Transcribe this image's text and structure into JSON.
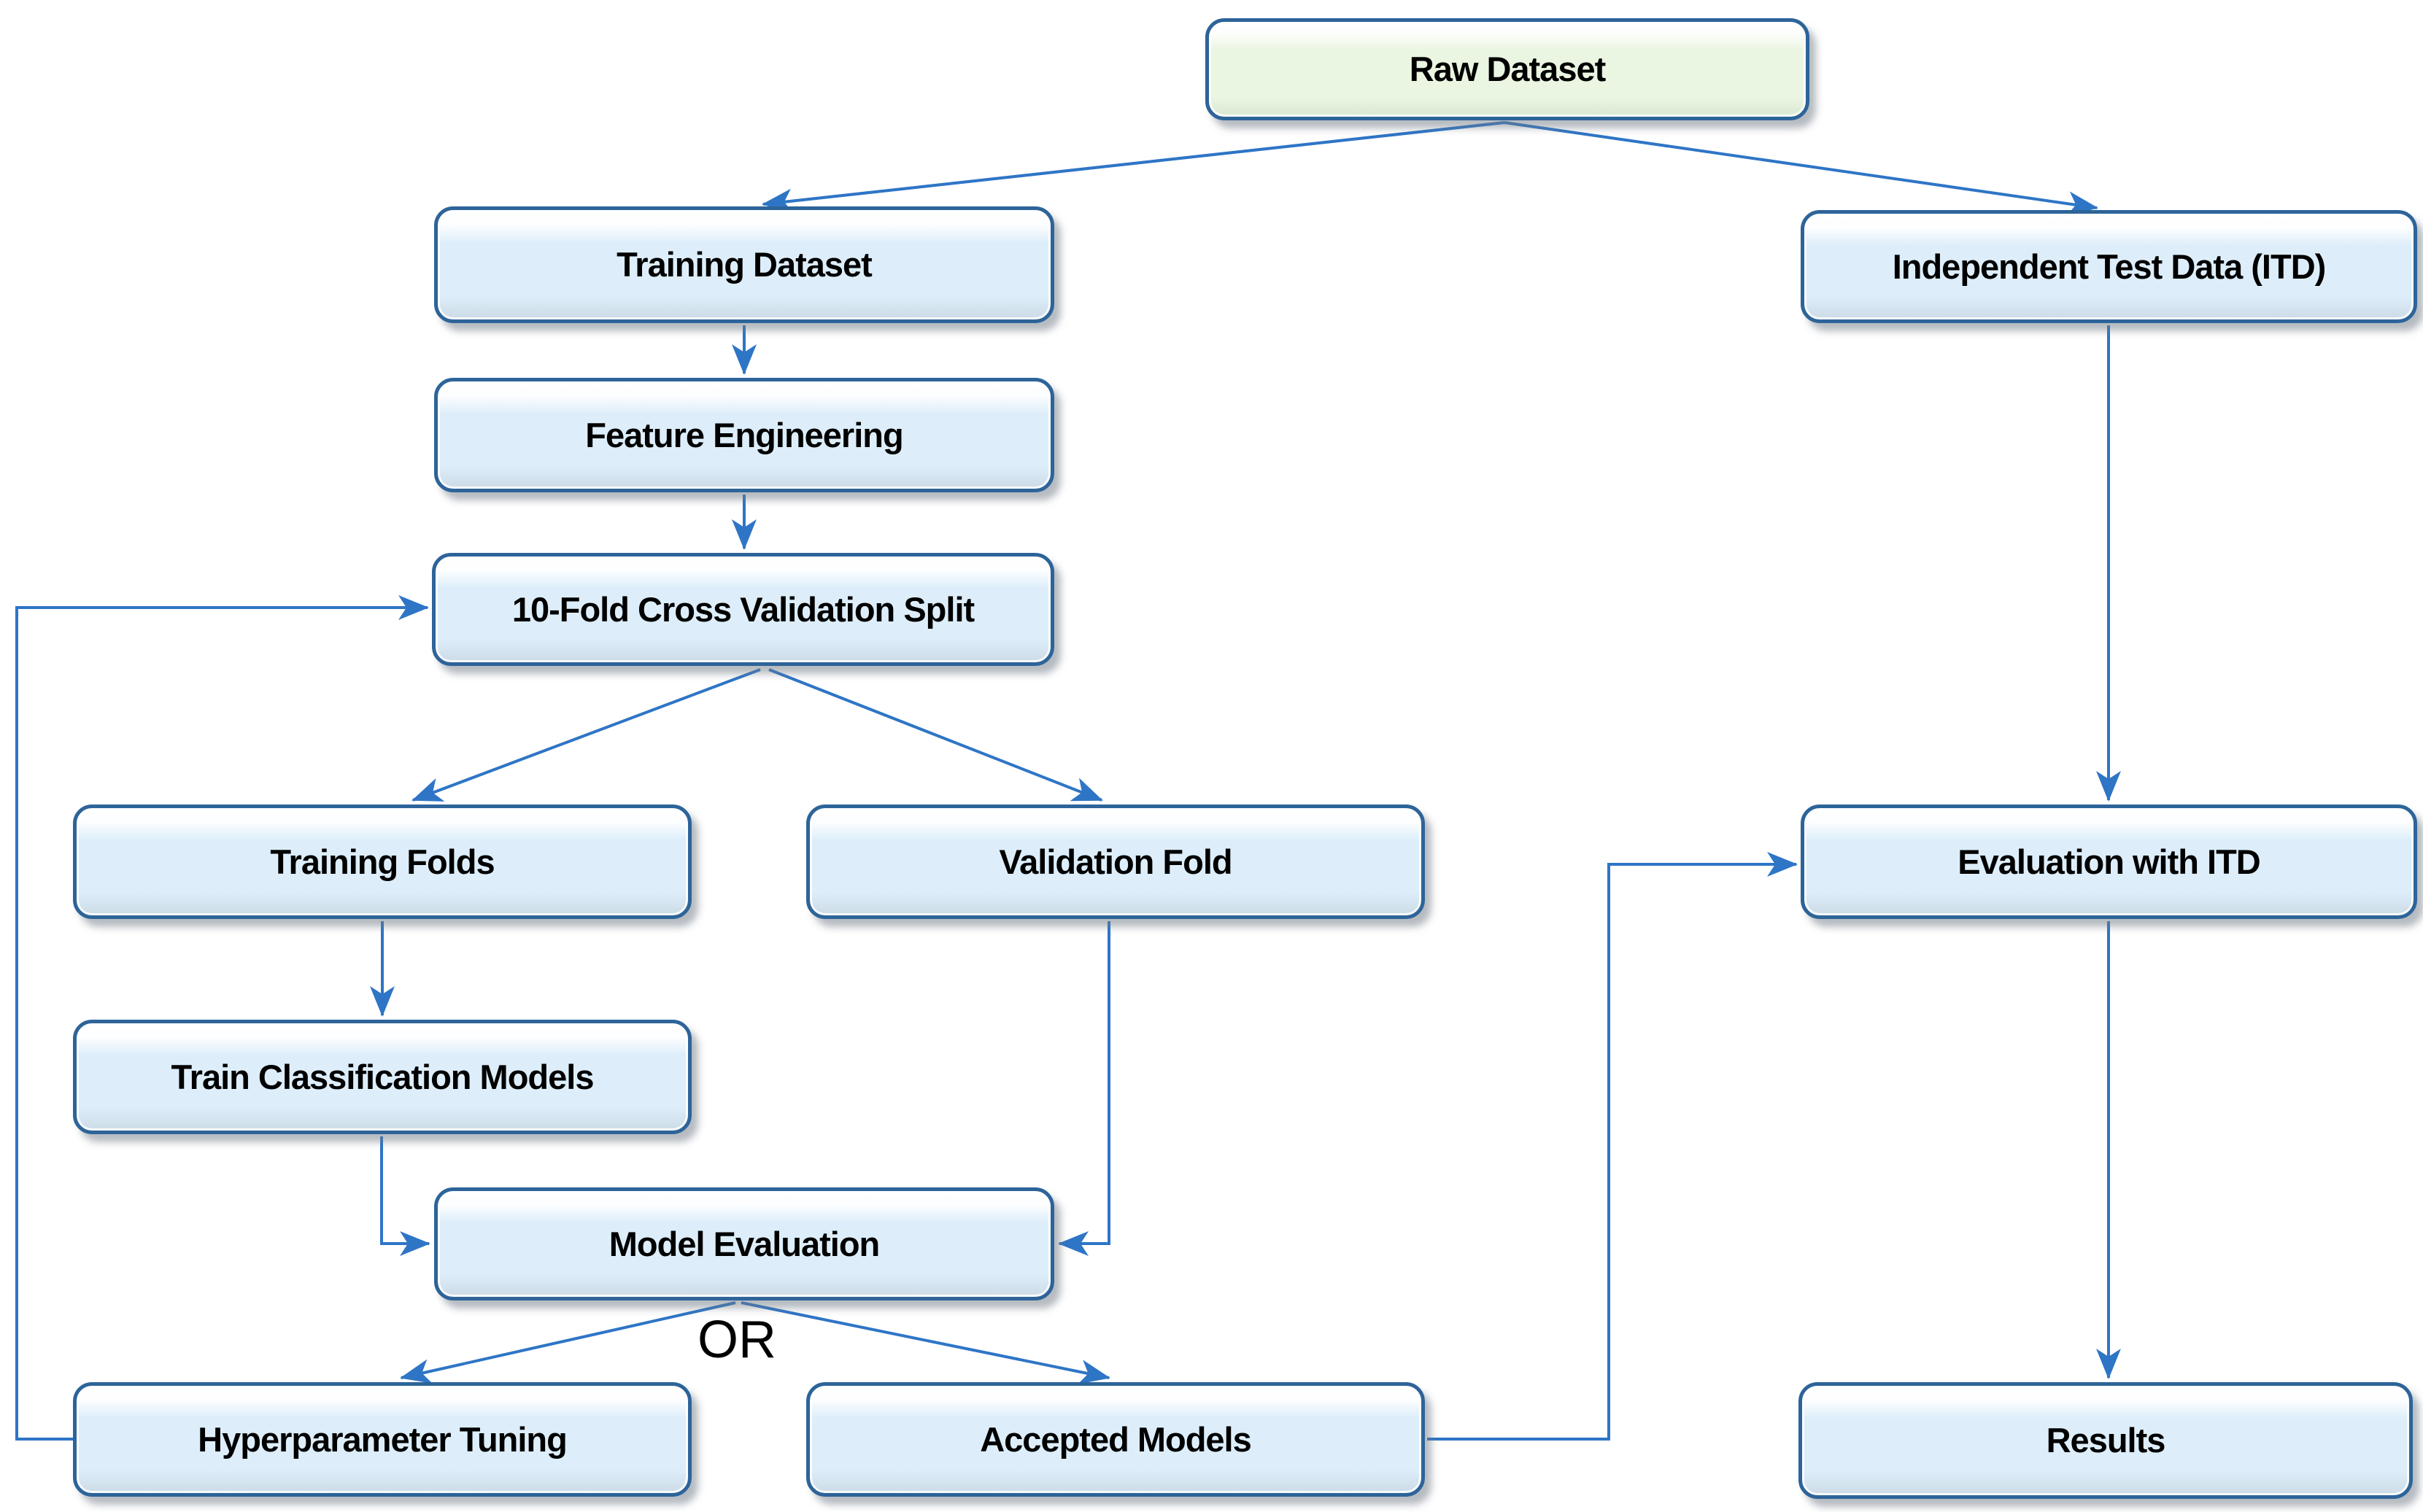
{
  "diagram": {
    "or_label": "OR",
    "colors": {
      "background": "#ffffff",
      "node_border": "#2d6499",
      "node_fill_blue": "#ddeefa",
      "node_fill_green": "#eaf5e2",
      "arrow": "#2e75c6",
      "text": "#000000"
    },
    "nodes": {
      "raw_dataset": {
        "label": "Raw Dataset"
      },
      "training_dataset": {
        "label": "Training Dataset"
      },
      "independent_test_data": {
        "label": "Independent Test Data (ITD)"
      },
      "feature_engineering": {
        "label": "Feature Engineering"
      },
      "cv_split": {
        "label": "10-Fold Cross Validation Split"
      },
      "training_folds": {
        "label": "Training Folds"
      },
      "validation_fold": {
        "label": "Validation Fold"
      },
      "evaluation_with_itd": {
        "label": "Evaluation with ITD"
      },
      "train_classification_models": {
        "label": "Train Classification Models"
      },
      "model_evaluation": {
        "label": "Model Evaluation"
      },
      "hyperparameter_tuning": {
        "label": "Hyperparameter Tuning"
      },
      "accepted_models": {
        "label": "Accepted Models"
      },
      "results": {
        "label": "Results"
      }
    },
    "edges": [
      {
        "from": "raw_dataset",
        "to": "training_dataset"
      },
      {
        "from": "raw_dataset",
        "to": "independent_test_data"
      },
      {
        "from": "training_dataset",
        "to": "feature_engineering"
      },
      {
        "from": "feature_engineering",
        "to": "cv_split"
      },
      {
        "from": "cv_split",
        "to": "training_folds"
      },
      {
        "from": "cv_split",
        "to": "validation_fold"
      },
      {
        "from": "training_folds",
        "to": "train_classification_models"
      },
      {
        "from": "train_classification_models",
        "to": "model_evaluation"
      },
      {
        "from": "validation_fold",
        "to": "model_evaluation"
      },
      {
        "from": "model_evaluation",
        "to": "hyperparameter_tuning",
        "label": "OR"
      },
      {
        "from": "model_evaluation",
        "to": "accepted_models",
        "label": "OR"
      },
      {
        "from": "hyperparameter_tuning",
        "to": "cv_split"
      },
      {
        "from": "accepted_models",
        "to": "evaluation_with_itd"
      },
      {
        "from": "independent_test_data",
        "to": "evaluation_with_itd"
      },
      {
        "from": "evaluation_with_itd",
        "to": "results"
      }
    ]
  }
}
